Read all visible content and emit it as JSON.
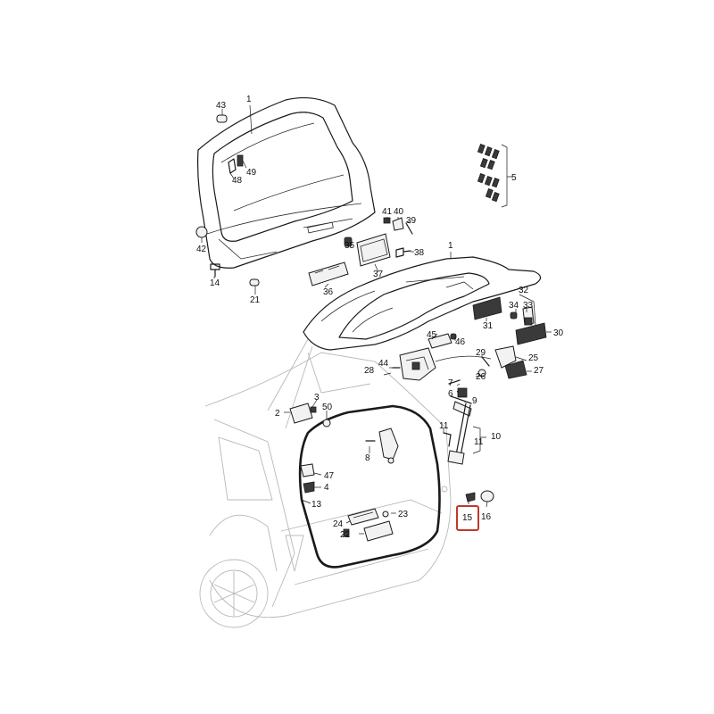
{
  "callouts": [
    {
      "id": "c1a",
      "text": "1"
    },
    {
      "id": "c43",
      "text": "43"
    },
    {
      "id": "c49",
      "text": "49"
    },
    {
      "id": "c48",
      "text": "48"
    },
    {
      "id": "c5",
      "text": "5"
    },
    {
      "id": "c41",
      "text": "41"
    },
    {
      "id": "c40",
      "text": "40"
    },
    {
      "id": "c39",
      "text": "39"
    },
    {
      "id": "c35",
      "text": "35"
    },
    {
      "id": "c38",
      "text": "38"
    },
    {
      "id": "c37",
      "text": "37"
    },
    {
      "id": "c36",
      "text": "36"
    },
    {
      "id": "c42",
      "text": "42"
    },
    {
      "id": "c14",
      "text": "14"
    },
    {
      "id": "c21",
      "text": "21"
    },
    {
      "id": "c1b",
      "text": "1"
    },
    {
      "id": "c32",
      "text": "32"
    },
    {
      "id": "c34",
      "text": "34"
    },
    {
      "id": "c33",
      "text": "33"
    },
    {
      "id": "c31",
      "text": "31"
    },
    {
      "id": "c30",
      "text": "30"
    },
    {
      "id": "c45",
      "text": "45"
    },
    {
      "id": "c46",
      "text": "46"
    },
    {
      "id": "c44",
      "text": "44"
    },
    {
      "id": "c28",
      "text": "28"
    },
    {
      "id": "c29",
      "text": "29"
    },
    {
      "id": "c25",
      "text": "25"
    },
    {
      "id": "c27",
      "text": "27"
    },
    {
      "id": "c26",
      "text": "26"
    },
    {
      "id": "c7",
      "text": "7"
    },
    {
      "id": "c6",
      "text": "6"
    },
    {
      "id": "c9",
      "text": "9"
    },
    {
      "id": "c3",
      "text": "3"
    },
    {
      "id": "c2",
      "text": "2"
    },
    {
      "id": "c50",
      "text": "50"
    },
    {
      "id": "c11a",
      "text": "11"
    },
    {
      "id": "c10",
      "text": "10"
    },
    {
      "id": "c11b",
      "text": "11"
    },
    {
      "id": "c8",
      "text": "8"
    },
    {
      "id": "c47",
      "text": "47"
    },
    {
      "id": "c4",
      "text": "4"
    },
    {
      "id": "c13",
      "text": "13"
    },
    {
      "id": "c15",
      "text": "15"
    },
    {
      "id": "c16",
      "text": "16"
    },
    {
      "id": "c24",
      "text": "24"
    },
    {
      "id": "c23",
      "text": "23"
    },
    {
      "id": "c22",
      "text": "22"
    }
  ],
  "highlight": {
    "callout": "15",
    "color": "#c0392b"
  }
}
